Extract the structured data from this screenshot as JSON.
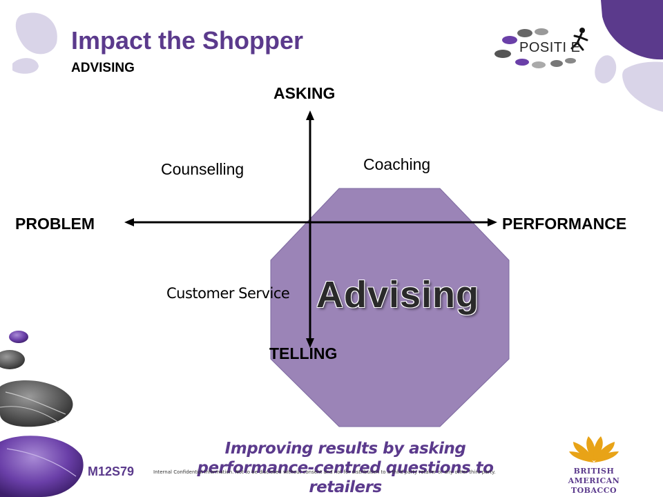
{
  "slide": {
    "title": "Impact the Shopper",
    "subtitle": "ADVISING"
  },
  "diagram": {
    "axis_top": "ASKING",
    "axis_bottom": "TELLING",
    "axis_left": "PROBLEM",
    "axis_right": "PERFORMANCE",
    "quadrant_top_left": "Counselling",
    "quadrant_top_right": "Coaching",
    "quadrant_bottom_left": "Customer Service",
    "center_label": "Advising",
    "octagon_color": "#9b84b7"
  },
  "footer": {
    "tagline": "Improving results by asking performance-centred questions to retailers",
    "slide_code": "M12S79",
    "confidential": "Internal Confidential Information. Not to be disclosed without consent and not for distribution to a third party retailer or any other third party."
  },
  "logos": {
    "positive_text": "POSITI  E",
    "bat_line1": "BRITISH AMERICAN",
    "bat_line2": "TOBACCO"
  },
  "colors": {
    "accent_purple": "#5b3a8c",
    "light_lavender": "#d8d3e6",
    "bat_gold": "#e8a317"
  }
}
